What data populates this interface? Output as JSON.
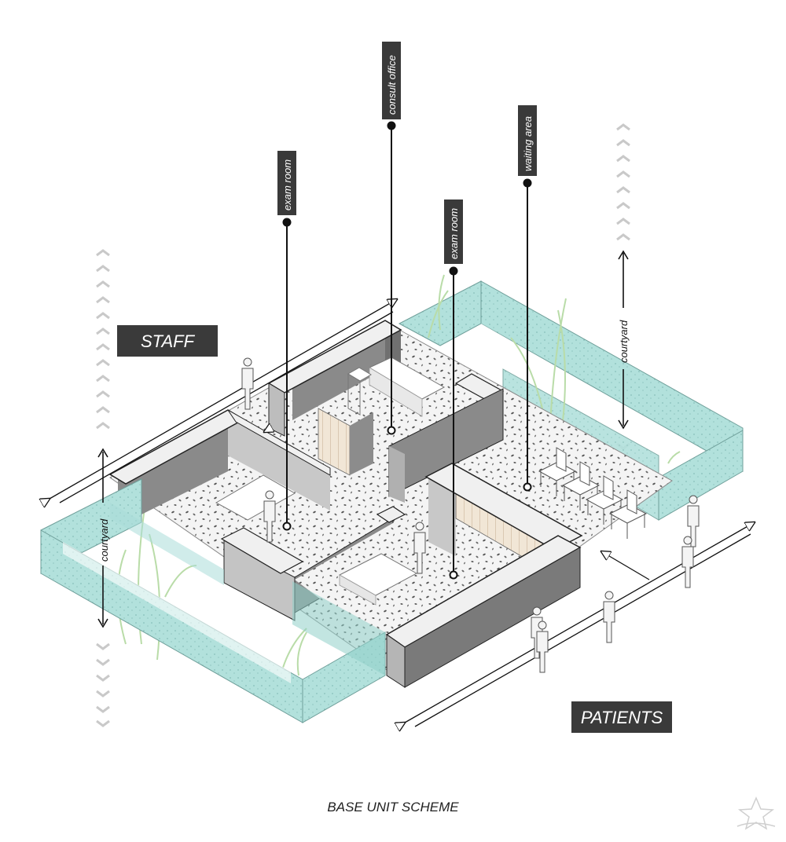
{
  "labels": {
    "consult_office": "consult office",
    "exam_room_left": "exam room",
    "exam_room_right": "exam room",
    "waiting_area": "waiting area",
    "courtyard_left": "courtyard",
    "courtyard_right": "courtyard"
  },
  "flows": {
    "staff": "STAFF",
    "patients": "PATIENTS"
  },
  "caption": "BASE UNIT SCHEME",
  "colors": {
    "tag_bg": "#3a3a3a",
    "glass": "#a9ddd8",
    "wall_dark": "#7d7d7d",
    "wall_mid": "#b8b8b8",
    "wall_light": "#e4e4e4",
    "floor": "#f3f3f3",
    "chevron": "#c8c8c8",
    "plant": "#b8dca8"
  },
  "icons": [
    "up-chevron-column-icon",
    "double-arrow-icon",
    "person-figure-icon",
    "chair-icon",
    "plant-icon",
    "watermark-logo-icon"
  ]
}
